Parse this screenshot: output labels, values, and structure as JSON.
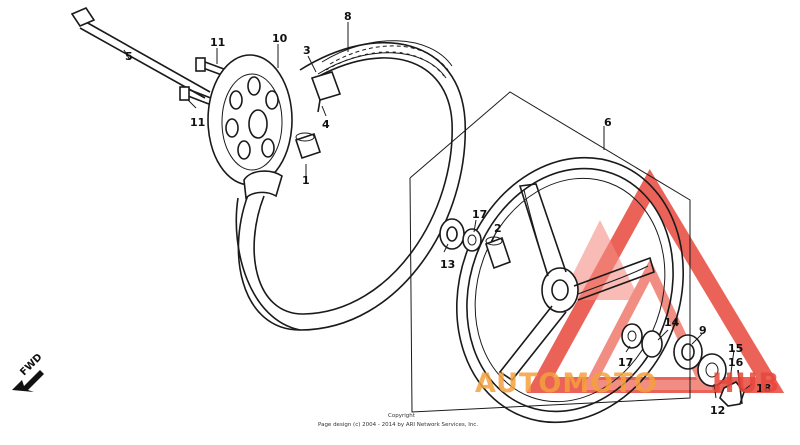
{
  "diagram": {
    "direction_label": "FWD",
    "callouts": {
      "c8": "8",
      "c11a": "11",
      "c10": "10",
      "c3": "3",
      "c5": "5",
      "c4": "4",
      "c11b": "11",
      "c1": "1",
      "c6": "6",
      "c17a": "17",
      "c2": "2",
      "c13": "13",
      "c14": "14",
      "c9": "9",
      "c17b": "17",
      "c15": "15",
      "c16": "16",
      "c18": "18",
      "c12": "12"
    },
    "copyright_line1": "Copyright",
    "copyright_line2": "Page design (c) 2004 - 2014 by ARI Network Services, Inc."
  },
  "watermark": {
    "part1": "AUTOMOTO",
    "part2": "HUB",
    "colors": {
      "orange": "#f5a03c",
      "red": "#e8473b",
      "light_red": "#f07a6e"
    }
  }
}
